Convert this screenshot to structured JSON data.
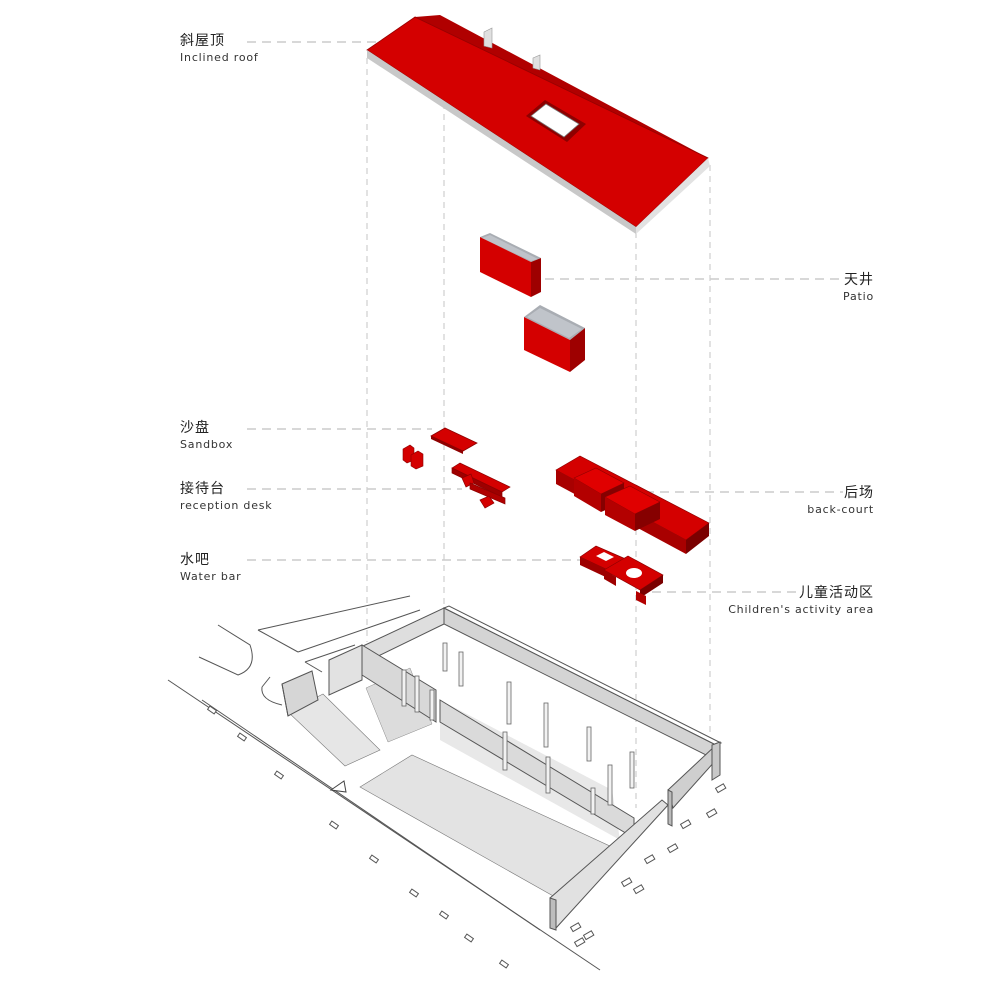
{
  "labels": {
    "roof": {
      "zh": "斜屋顶",
      "en": "Inclined roof"
    },
    "patio": {
      "zh": "天井",
      "en": "Patio"
    },
    "sandbox": {
      "zh": "沙盘",
      "en": "Sandbox"
    },
    "reception": {
      "zh": "接待台",
      "en": "reception desk"
    },
    "waterbar": {
      "zh": "水吧",
      "en": "Water bar"
    },
    "backcourt": {
      "zh": "后场",
      "en": "back-court"
    },
    "children": {
      "zh": "儿童活动区",
      "en": "Children's activity area"
    }
  },
  "colors": {
    "accent_red": "#d40000",
    "dark_red": "#8e0000",
    "wall_grey": "#dcdcdc",
    "floor_grey": "#e6e6e6",
    "leader_grey": "#cccccc"
  }
}
